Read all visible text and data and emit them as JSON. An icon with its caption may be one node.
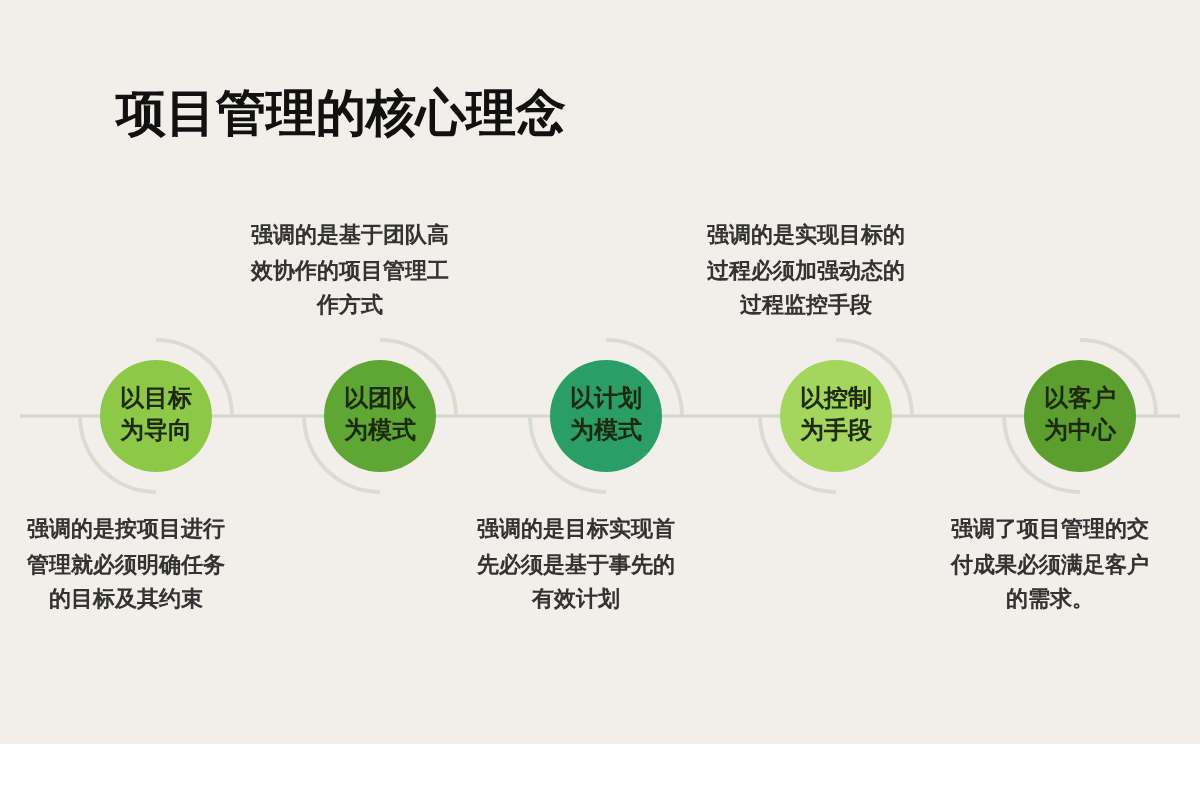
{
  "diagram": {
    "title": "项目管理的核心理念",
    "nodes": [
      {
        "text": [
          "以目标为导向"
        ],
        "beside": [
          "强调的是按项目进行管理就必须明确任务的目标及其约束"
        ]
      },
      {
        "text": [
          "以团队为模式"
        ],
        "beside": [
          "强调的是基于团队高效协作的项目管理工作方式"
        ]
      },
      {
        "text": [
          "以计划为模式"
        ],
        "beside": [
          "强调的是目标实现首先必须是基于事先的有效计划"
        ]
      },
      {
        "text": [
          "以控制为手段"
        ],
        "beside": [
          "强调的是实现目标的过程必须加强动态的过程监控手段"
        ]
      },
      {
        "text": [
          "以客户为中心"
        ],
        "beside": [
          "强调了项目管理的交付成果必须满足客户的需求。"
        ]
      }
    ],
    "edges": [
      {
        "from": null,
        "to": 0,
        "arrow": "none"
      },
      {
        "from": 0,
        "to": 1,
        "arrow": "none"
      },
      {
        "from": 1,
        "to": 2,
        "arrow": "none"
      },
      {
        "from": 2,
        "to": 3,
        "arrow": "none"
      },
      {
        "from": 3,
        "to": 4,
        "arrow": "none"
      },
      {
        "from": 4,
        "to": null,
        "arrow": "none"
      }
    ]
  }
}
